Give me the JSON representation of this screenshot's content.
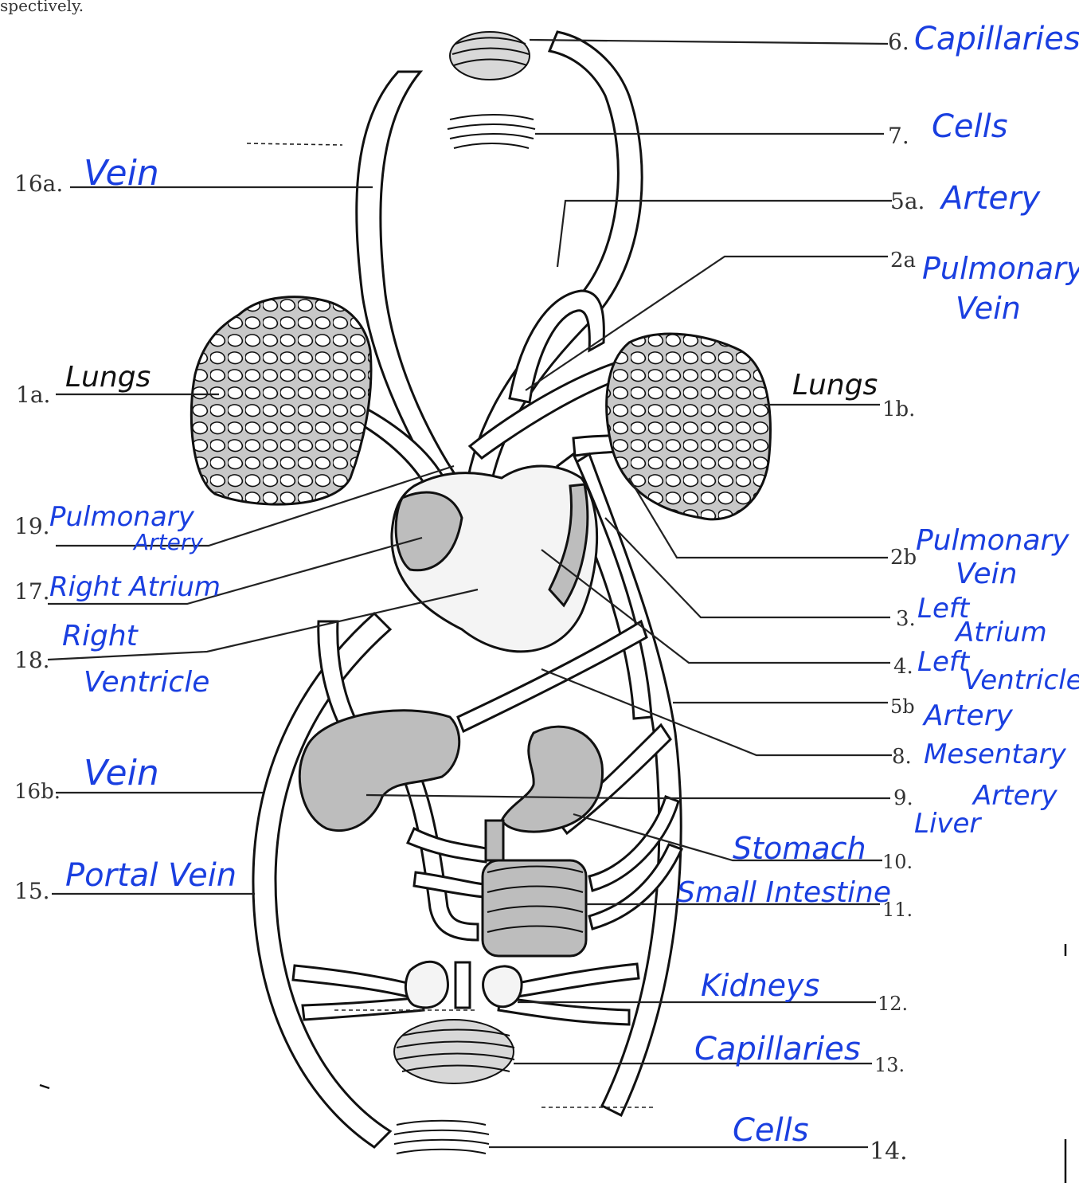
{
  "header_fragment": "spectively.",
  "labels": [
    {
      "id": "6",
      "number": "6.",
      "answer": "Capillaries"
    },
    {
      "id": "7",
      "number": "7.",
      "answer": "Cells"
    },
    {
      "id": "16a",
      "number": "16a.",
      "answer": "Vein"
    },
    {
      "id": "5a",
      "number": "5a.",
      "answer": "Artery"
    },
    {
      "id": "2a",
      "number": "2a",
      "answer_line1": "Pulmonary",
      "answer_line2": "Vein"
    },
    {
      "id": "1a",
      "number": "1a.",
      "answer": "Lungs"
    },
    {
      "id": "1b",
      "number": "1b.",
      "answer": "Lungs"
    },
    {
      "id": "19",
      "number": "19.",
      "answer_line1": "Pulmonary",
      "answer_line2": "Artery"
    },
    {
      "id": "2b",
      "number": "2b",
      "answer_line1": "Pulmonary",
      "answer_line2": "Vein"
    },
    {
      "id": "17",
      "number": "17.",
      "answer": "Right Atrium"
    },
    {
      "id": "3",
      "number": "3.",
      "answer_line1": "Left",
      "answer_line2": "Atrium"
    },
    {
      "id": "18",
      "number": "18.",
      "answer_line1": "Right",
      "answer_line2": "Ventricle"
    },
    {
      "id": "4",
      "number": "4.",
      "answer_line1": "Left",
      "answer_line2": "Ventricle"
    },
    {
      "id": "5b",
      "number": "5b",
      "answer": "Artery"
    },
    {
      "id": "8",
      "number": "8.",
      "answer_line1": "Mesentary",
      "answer_line2": "Artery"
    },
    {
      "id": "16b",
      "number": "16b.",
      "answer": "Vein"
    },
    {
      "id": "9",
      "number": "9.",
      "answer": "Liver"
    },
    {
      "id": "10",
      "number": "10.",
      "answer": "Stomach"
    },
    {
      "id": "15",
      "number": "15.",
      "answer": "Portal Vein"
    },
    {
      "id": "11",
      "number": "11.",
      "answer": "Small Intestine"
    },
    {
      "id": "12",
      "number": "12.",
      "answer": "Kidneys"
    },
    {
      "id": "13",
      "number": "13.",
      "answer": "Capillaries"
    },
    {
      "id": "14",
      "number": "14.",
      "answer": "Cells"
    }
  ],
  "colors": {
    "handwriting": "#1a3fe0",
    "ink": "#111111",
    "organ_fill": "#bdbdbd"
  }
}
